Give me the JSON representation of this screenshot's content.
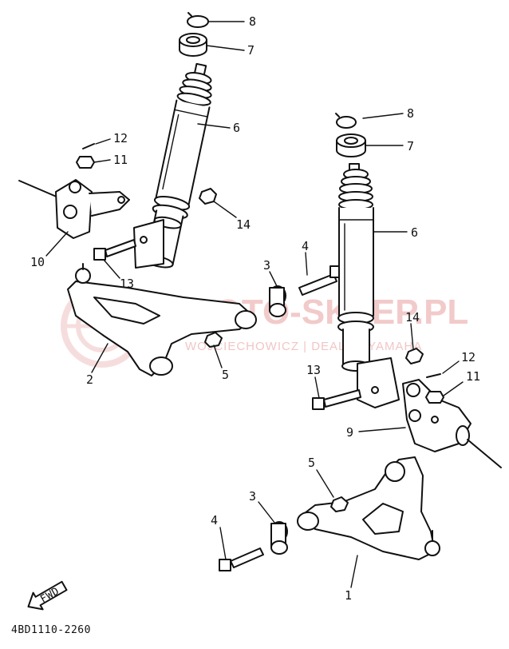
{
  "callouts": {
    "left": [
      "8",
      "7",
      "6",
      "12",
      "11",
      "14",
      "10",
      "13",
      "2",
      "5",
      "3",
      "4"
    ],
    "right": [
      "8",
      "7",
      "6",
      "14",
      "12",
      "13",
      "11",
      "9",
      "5",
      "3",
      "4",
      "1"
    ]
  },
  "fwd_label": "FWD",
  "diagram_code": "4BD1110-2260",
  "watermark": {
    "main": "MOTO-SKLEP.PL",
    "sub": "WOJCIECHOWICZ | DEALER YAMAHA"
  }
}
